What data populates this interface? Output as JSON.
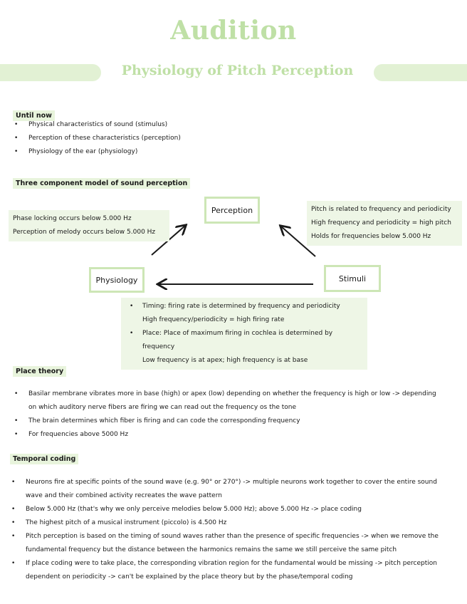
{
  "title": "Audition",
  "subtitle": "Physiology of Pitch Perception",
  "until_now": {
    "heading": "Until now",
    "items": [
      "Physical characteristics of sound (stimulus)",
      "Perception of these characteristics (perception)",
      "Physiology of the ear (physiology)"
    ]
  },
  "model": {
    "heading": "Three component model of sound perception",
    "nodes": {
      "perception": "Perception",
      "physiology": "Physiology",
      "stimuli": "Stimuli"
    },
    "left_note": [
      "Phase locking occurs below 5.000 Hz",
      "Perception of melody occurs below 5.000 Hz"
    ],
    "right_note": [
      "Pitch is related to frequency and periodicity",
      "High frequency and periodicity = high pitch",
      "Holds for frequencies below 5.000 Hz"
    ],
    "bottom_note": [
      {
        "bullet": true,
        "text": "Timing: firing rate is determined by frequency and periodicity"
      },
      {
        "bullet": false,
        "text": "High frequency/periodicity = high firing rate"
      },
      {
        "bullet": true,
        "text": "Place: Place of maximum firing in cochlea is determined by frequency"
      },
      {
        "bullet": false,
        "text": "Low frequency is at apex; high frequency is at base"
      }
    ]
  },
  "place_theory": {
    "heading": "Place theory",
    "items": [
      "Basilar membrane vibrates more in base (high) or apex (low) depending on whether the frequency is high or low -> depending on which auditory nerve fibers are firing we can read out the frequency os the tone",
      "The brain determines which fiber is firing and can code the corresponding frequency",
      "For frequencies above 5000 Hz"
    ]
  },
  "temporal_coding": {
    "heading": "Temporal coding",
    "items": [
      "Neurons fire at specific points of the sound wave (e.g. 90° or 270°) -> multiple neurons work together to cover the entire sound wave and their combined activity recreates the wave pattern",
      "Below 5.000 Hz (that's why we only perceive melodies below 5.000 Hz); above 5.000 Hz -> place coding",
      "The highest pitch of a musical instrument (piccolo) is 4.500 Hz",
      "Pitch perception is based on the timing of sound waves rather than the presence of specific frequencies -> when we remove the fundamental frequency but the distance between the harmonics remains the same we still perceive the same pitch",
      "If place coding were to take place, the corresponding vibration region for the fundamental would be missing -> pitch perception dependent on periodicity -> can't be explained by the place theory but by the phase/temporal coding"
    ]
  }
}
